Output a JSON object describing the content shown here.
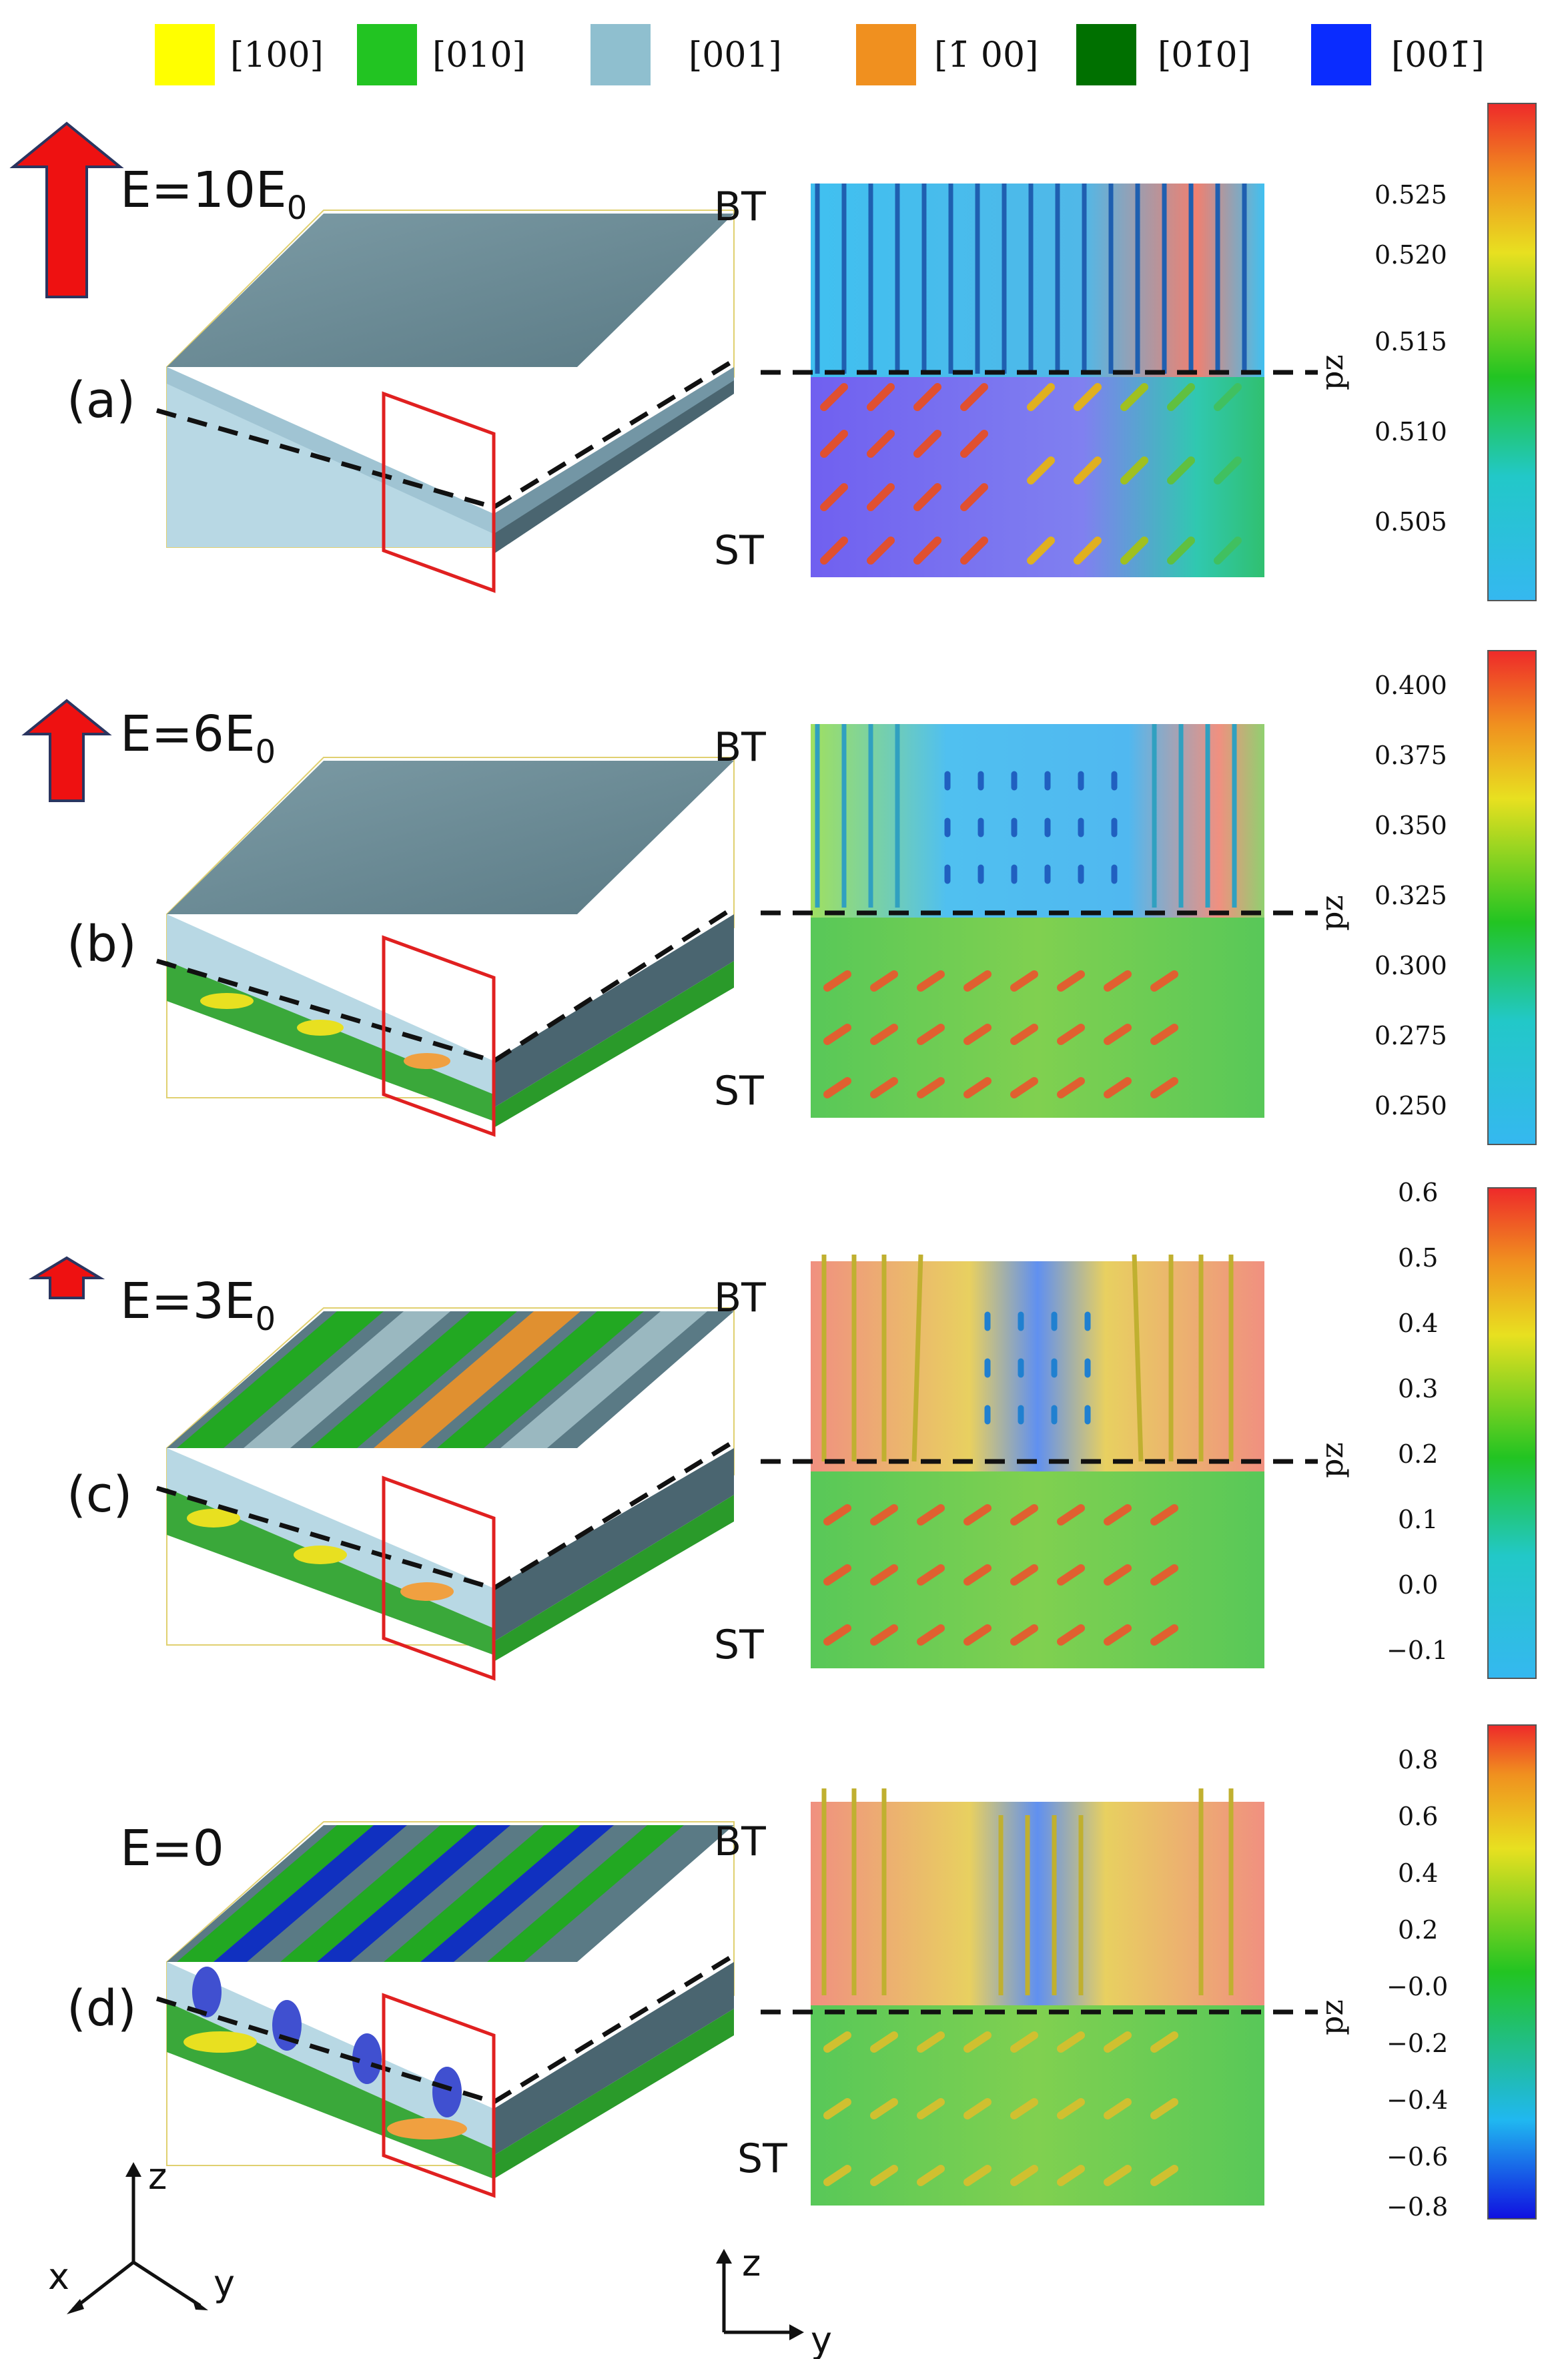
{
  "legend": [
    {
      "label": "[100]",
      "color": "#ffff00"
    },
    {
      "label": "[010]",
      "color": "#22c422"
    },
    {
      "label": "[001]",
      "color": "#8fbfcf"
    },
    {
      "label": "[̄1̄00]",
      "display": "[1̄ 00]",
      "color": "#f0901f"
    },
    {
      "label": "[01̄0]",
      "display": "[01̄0]",
      "color": "#007000"
    },
    {
      "label": "[001̄]",
      "display": "[001̄]",
      "color": "#0a2cff"
    }
  ],
  "panels": [
    {
      "letter": "(a)",
      "field": "E=10E",
      "field_sub": "0",
      "top_label": "BT",
      "bottom_label": "ST",
      "cbar_label": "pz",
      "ticks": [
        "0.525",
        "0.520",
        "0.515",
        "0.510",
        "0.505"
      ]
    },
    {
      "letter": "(b)",
      "field": "E=6E",
      "field_sub": "0",
      "top_label": "BT",
      "bottom_label": "ST",
      "cbar_label": "pz",
      "ticks": [
        "0.400",
        "0.375",
        "0.350",
        "0.325",
        "0.300",
        "0.275",
        "0.250"
      ]
    },
    {
      "letter": "(c)",
      "field": "E=3E",
      "field_sub": "0",
      "top_label": "BT",
      "bottom_label": "ST",
      "cbar_label": "pz",
      "ticks": [
        "0.6",
        "0.5",
        "0.4",
        "0.3",
        "0.2",
        "0.1",
        "0.0",
        "−0.1"
      ]
    },
    {
      "letter": "(d)",
      "field": "E=0",
      "field_sub": "",
      "top_label": "BT",
      "bottom_label": "ST",
      "cbar_label": "pz",
      "ticks": [
        "0.8",
        "0.6",
        "0.4",
        "0.2",
        "−0.0",
        "−0.2",
        "−0.4",
        "−0.6",
        "−0.8"
      ]
    }
  ],
  "axes_3d": {
    "z": "z",
    "x": "x",
    "y": "y"
  },
  "axes_2d": {
    "z": "z",
    "y": "y"
  },
  "colors": {
    "arrow_red": "#ee1111",
    "box_top": "#6e8f98",
    "box_side": "#4a6570",
    "frame": "#e0d070",
    "section_frame": "#e02020"
  }
}
